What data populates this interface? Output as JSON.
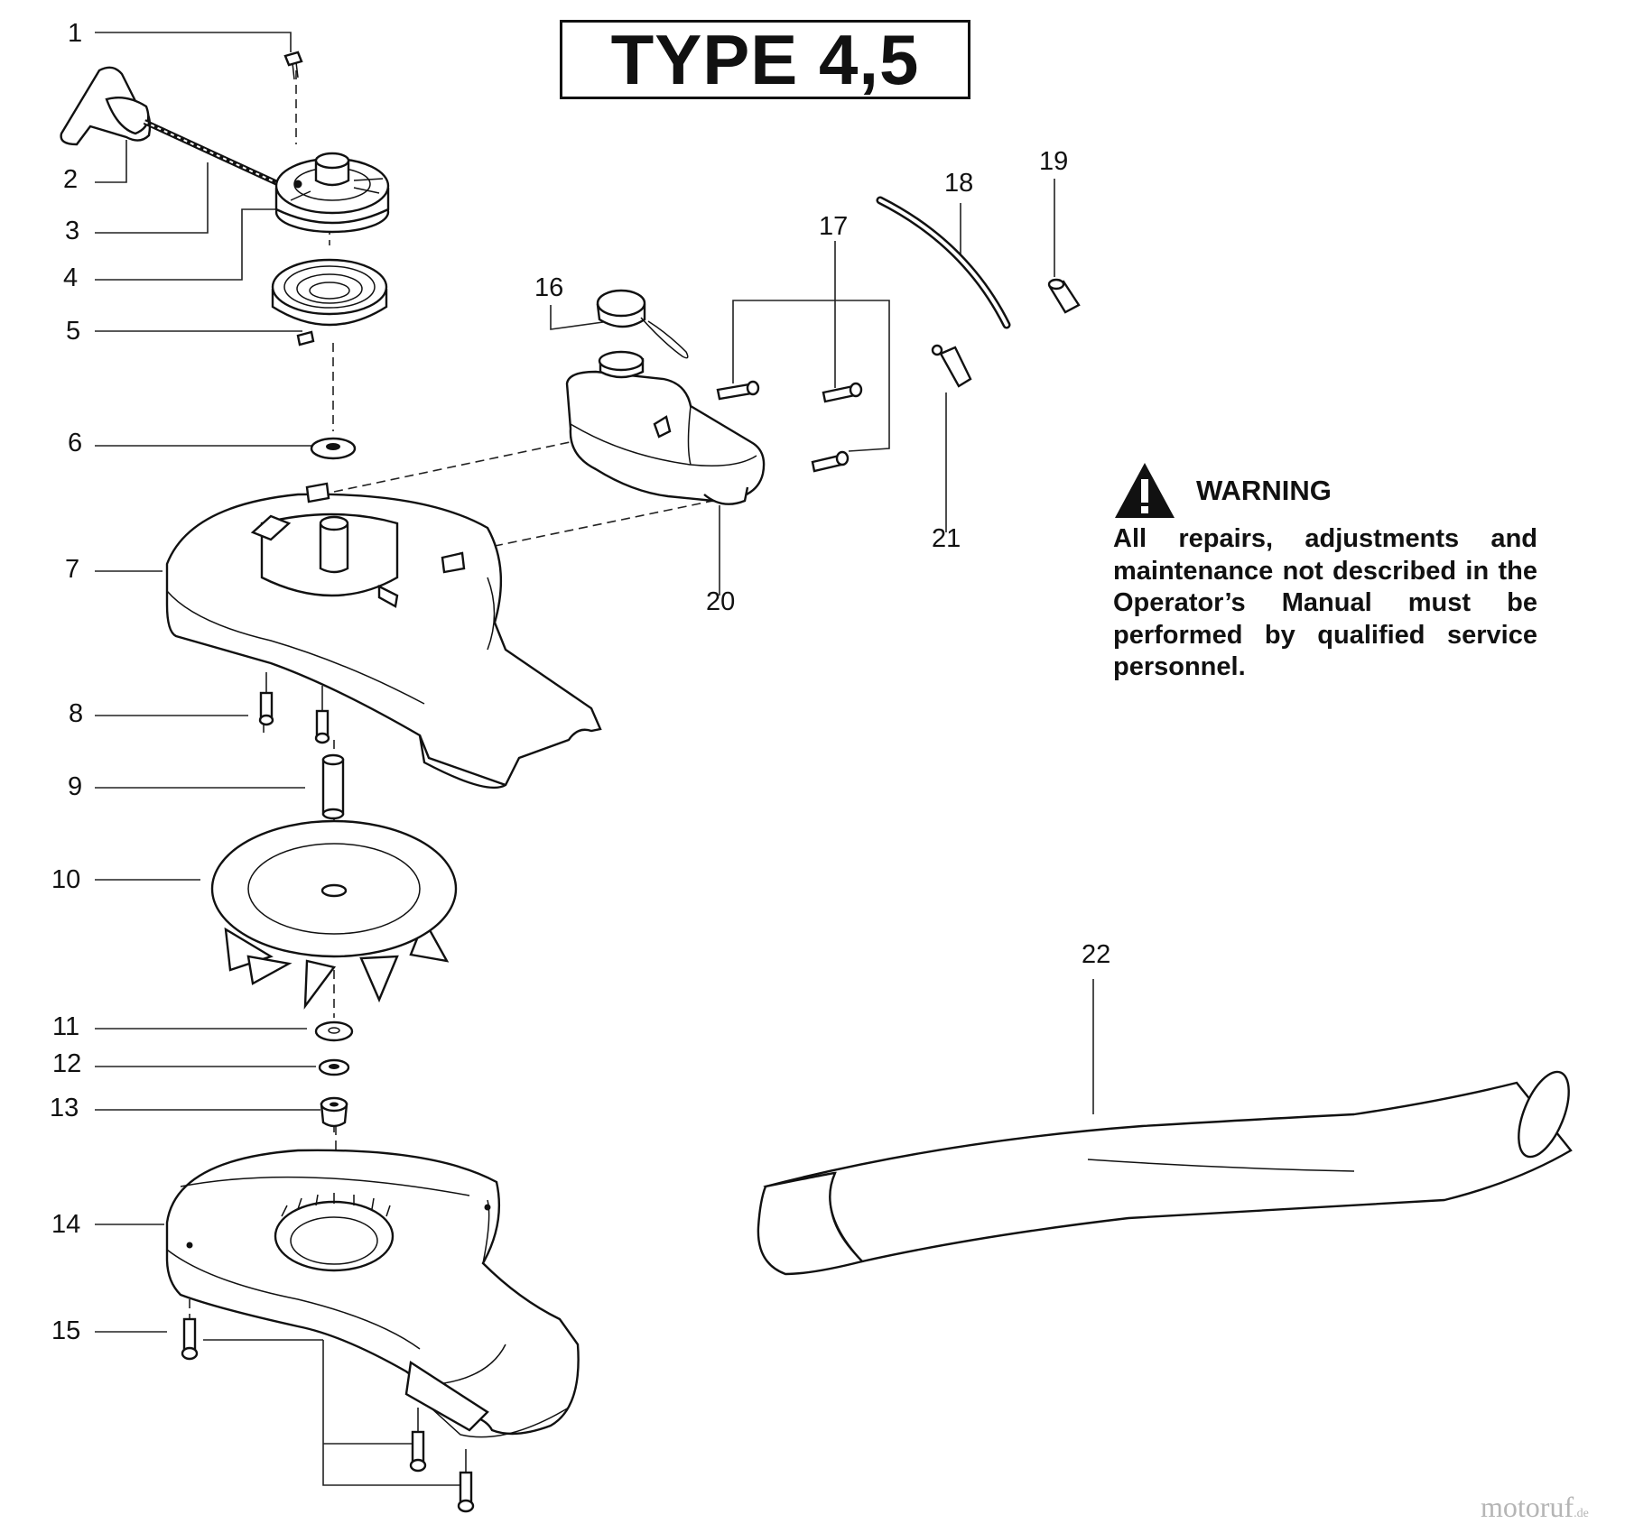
{
  "header": {
    "type_label": "TYPE 4,5"
  },
  "callouts": [
    "1",
    "2",
    "3",
    "4",
    "5",
    "6",
    "7",
    "8",
    "9",
    "10",
    "11",
    "12",
    "13",
    "14",
    "15",
    "16",
    "17",
    "18",
    "19",
    "20",
    "21",
    "22"
  ],
  "warning": {
    "icon": "warning-triangle-icon",
    "title": "WARNING",
    "text": "All repairs, adjustments and maintenance not described in the Operator’s Manual must be performed by qualified service personnel."
  },
  "watermark": {
    "brand": "motoruf",
    "suffix": ".de"
  }
}
